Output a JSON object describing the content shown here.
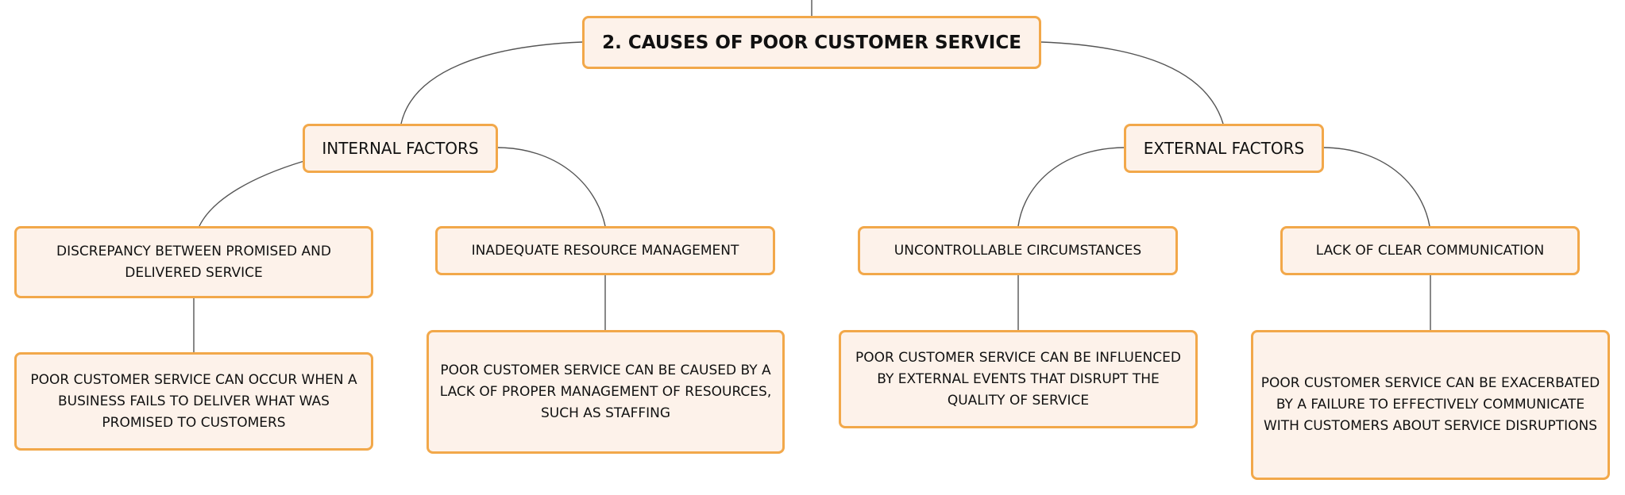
{
  "root": {
    "label": "2. CAUSES OF POOR CUSTOMER SERVICE"
  },
  "branches": [
    {
      "label": "INTERNAL FACTORS",
      "children": [
        {
          "label": "DISCREPANCY BETWEEN PROMISED AND DELIVERED SERVICE",
          "detail": "POOR CUSTOMER SERVICE CAN OCCUR WHEN A BUSINESS FAILS TO DELIVER WHAT WAS PROMISED TO CUSTOMERS"
        },
        {
          "label": "INADEQUATE RESOURCE MANAGEMENT",
          "detail": "POOR CUSTOMER SERVICE CAN BE CAUSED BY A LACK OF PROPER MANAGEMENT OF RESOURCES, SUCH AS STAFFING"
        }
      ]
    },
    {
      "label": "EXTERNAL FACTORS",
      "children": [
        {
          "label": "UNCONTROLLABLE CIRCUMSTANCES",
          "detail": "POOR CUSTOMER SERVICE CAN BE INFLUENCED BY EXTERNAL EVENTS THAT DISRUPT THE QUALITY OF SERVICE"
        },
        {
          "label": "LACK OF CLEAR COMMUNICATION",
          "detail": "POOR CUSTOMER SERVICE CAN BE EXACERBATED BY A FAILURE TO EFFECTIVELY COMMUNICATE WITH CUSTOMERS ABOUT SERVICE DISRUPTIONS"
        }
      ]
    }
  ]
}
